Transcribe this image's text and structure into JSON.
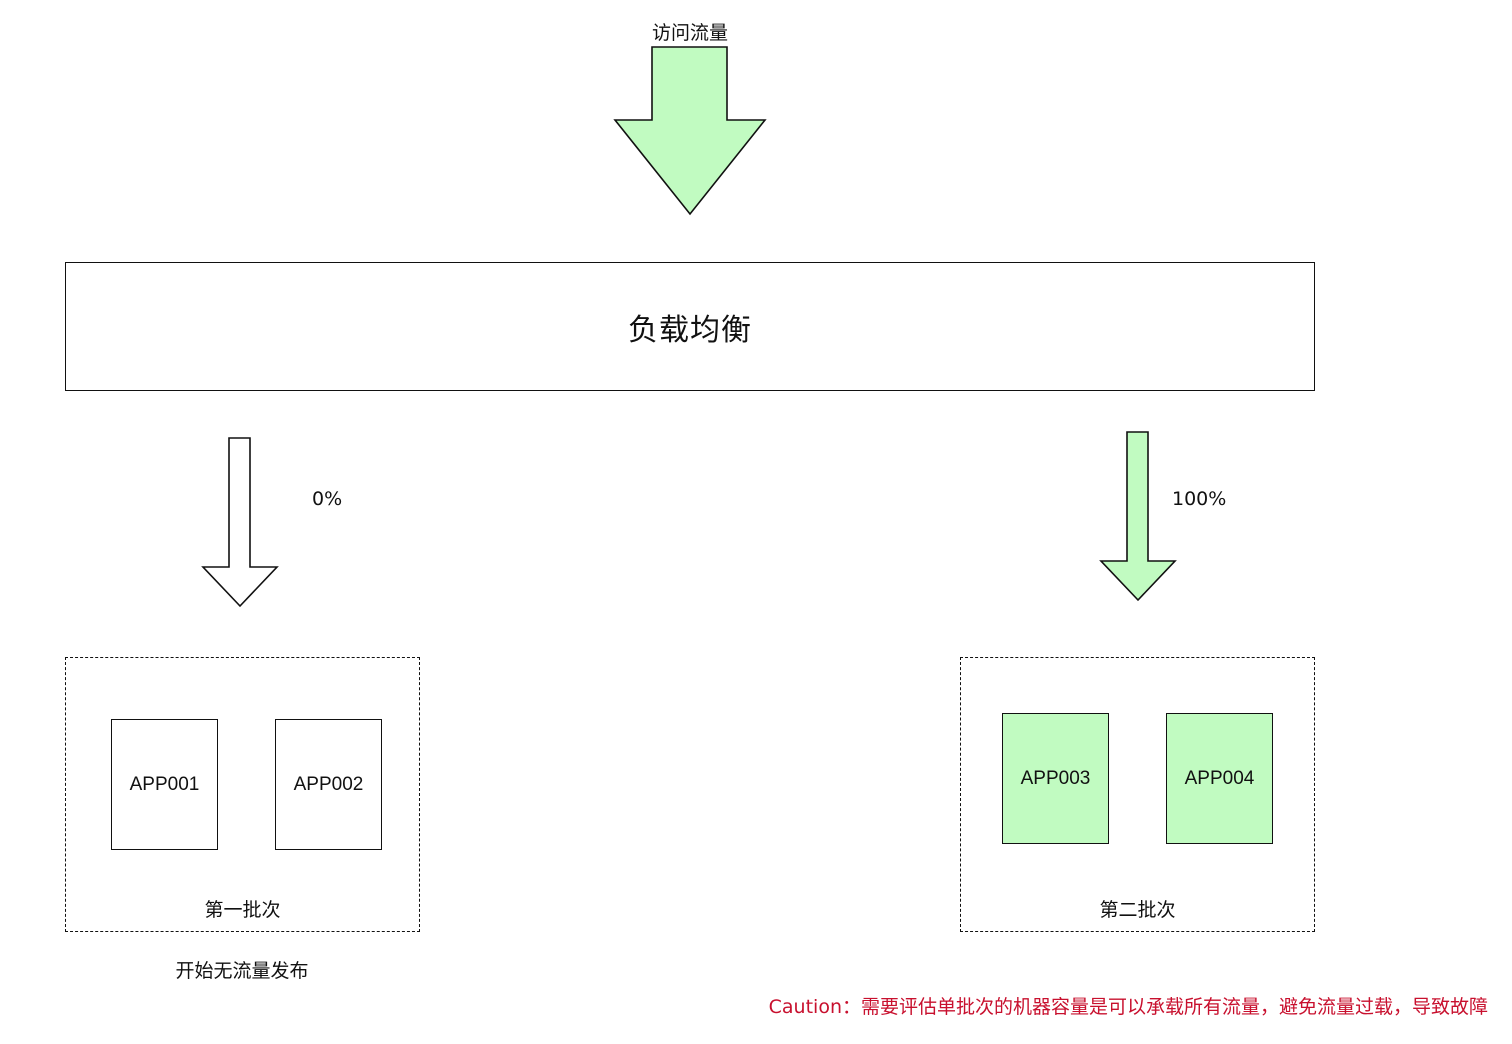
{
  "diagram": {
    "traffic_label": "访问流量",
    "load_balancer_label": "负载均衡",
    "left_branch": {
      "percent_label": "0%",
      "batch_label": "第一批次",
      "apps": [
        "APP001",
        "APP002"
      ],
      "note": "开始无流量发布"
    },
    "right_branch": {
      "percent_label": "100%",
      "batch_label": "第二批次",
      "apps": [
        "APP003",
        "APP004"
      ]
    },
    "caution": "Caution：需要评估单批次的机器容量是可以承载所有流量，避免流量过载，导致故障"
  },
  "colors": {
    "active_fill": "#c1fbc1",
    "outline": "#111111",
    "caution_text": "#c8102e"
  }
}
